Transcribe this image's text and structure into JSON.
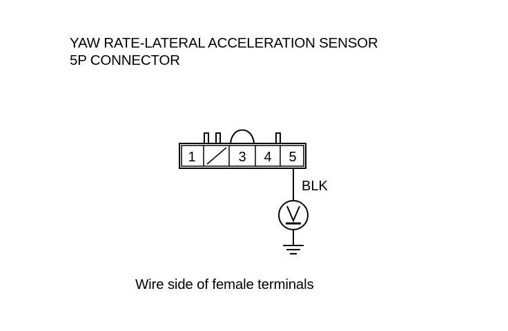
{
  "title": {
    "line1": "YAW RATE-LATERAL ACCELERATION SENSOR",
    "line2": "5P CONNECTOR"
  },
  "connector": {
    "pins": [
      {
        "label": "1"
      },
      {
        "label": ""
      },
      {
        "label": "3"
      },
      {
        "label": "4"
      },
      {
        "label": "5"
      }
    ]
  },
  "wire": {
    "color_label": "BLK"
  },
  "meter": {
    "symbol": "V"
  },
  "caption": "Wire side of female terminals"
}
